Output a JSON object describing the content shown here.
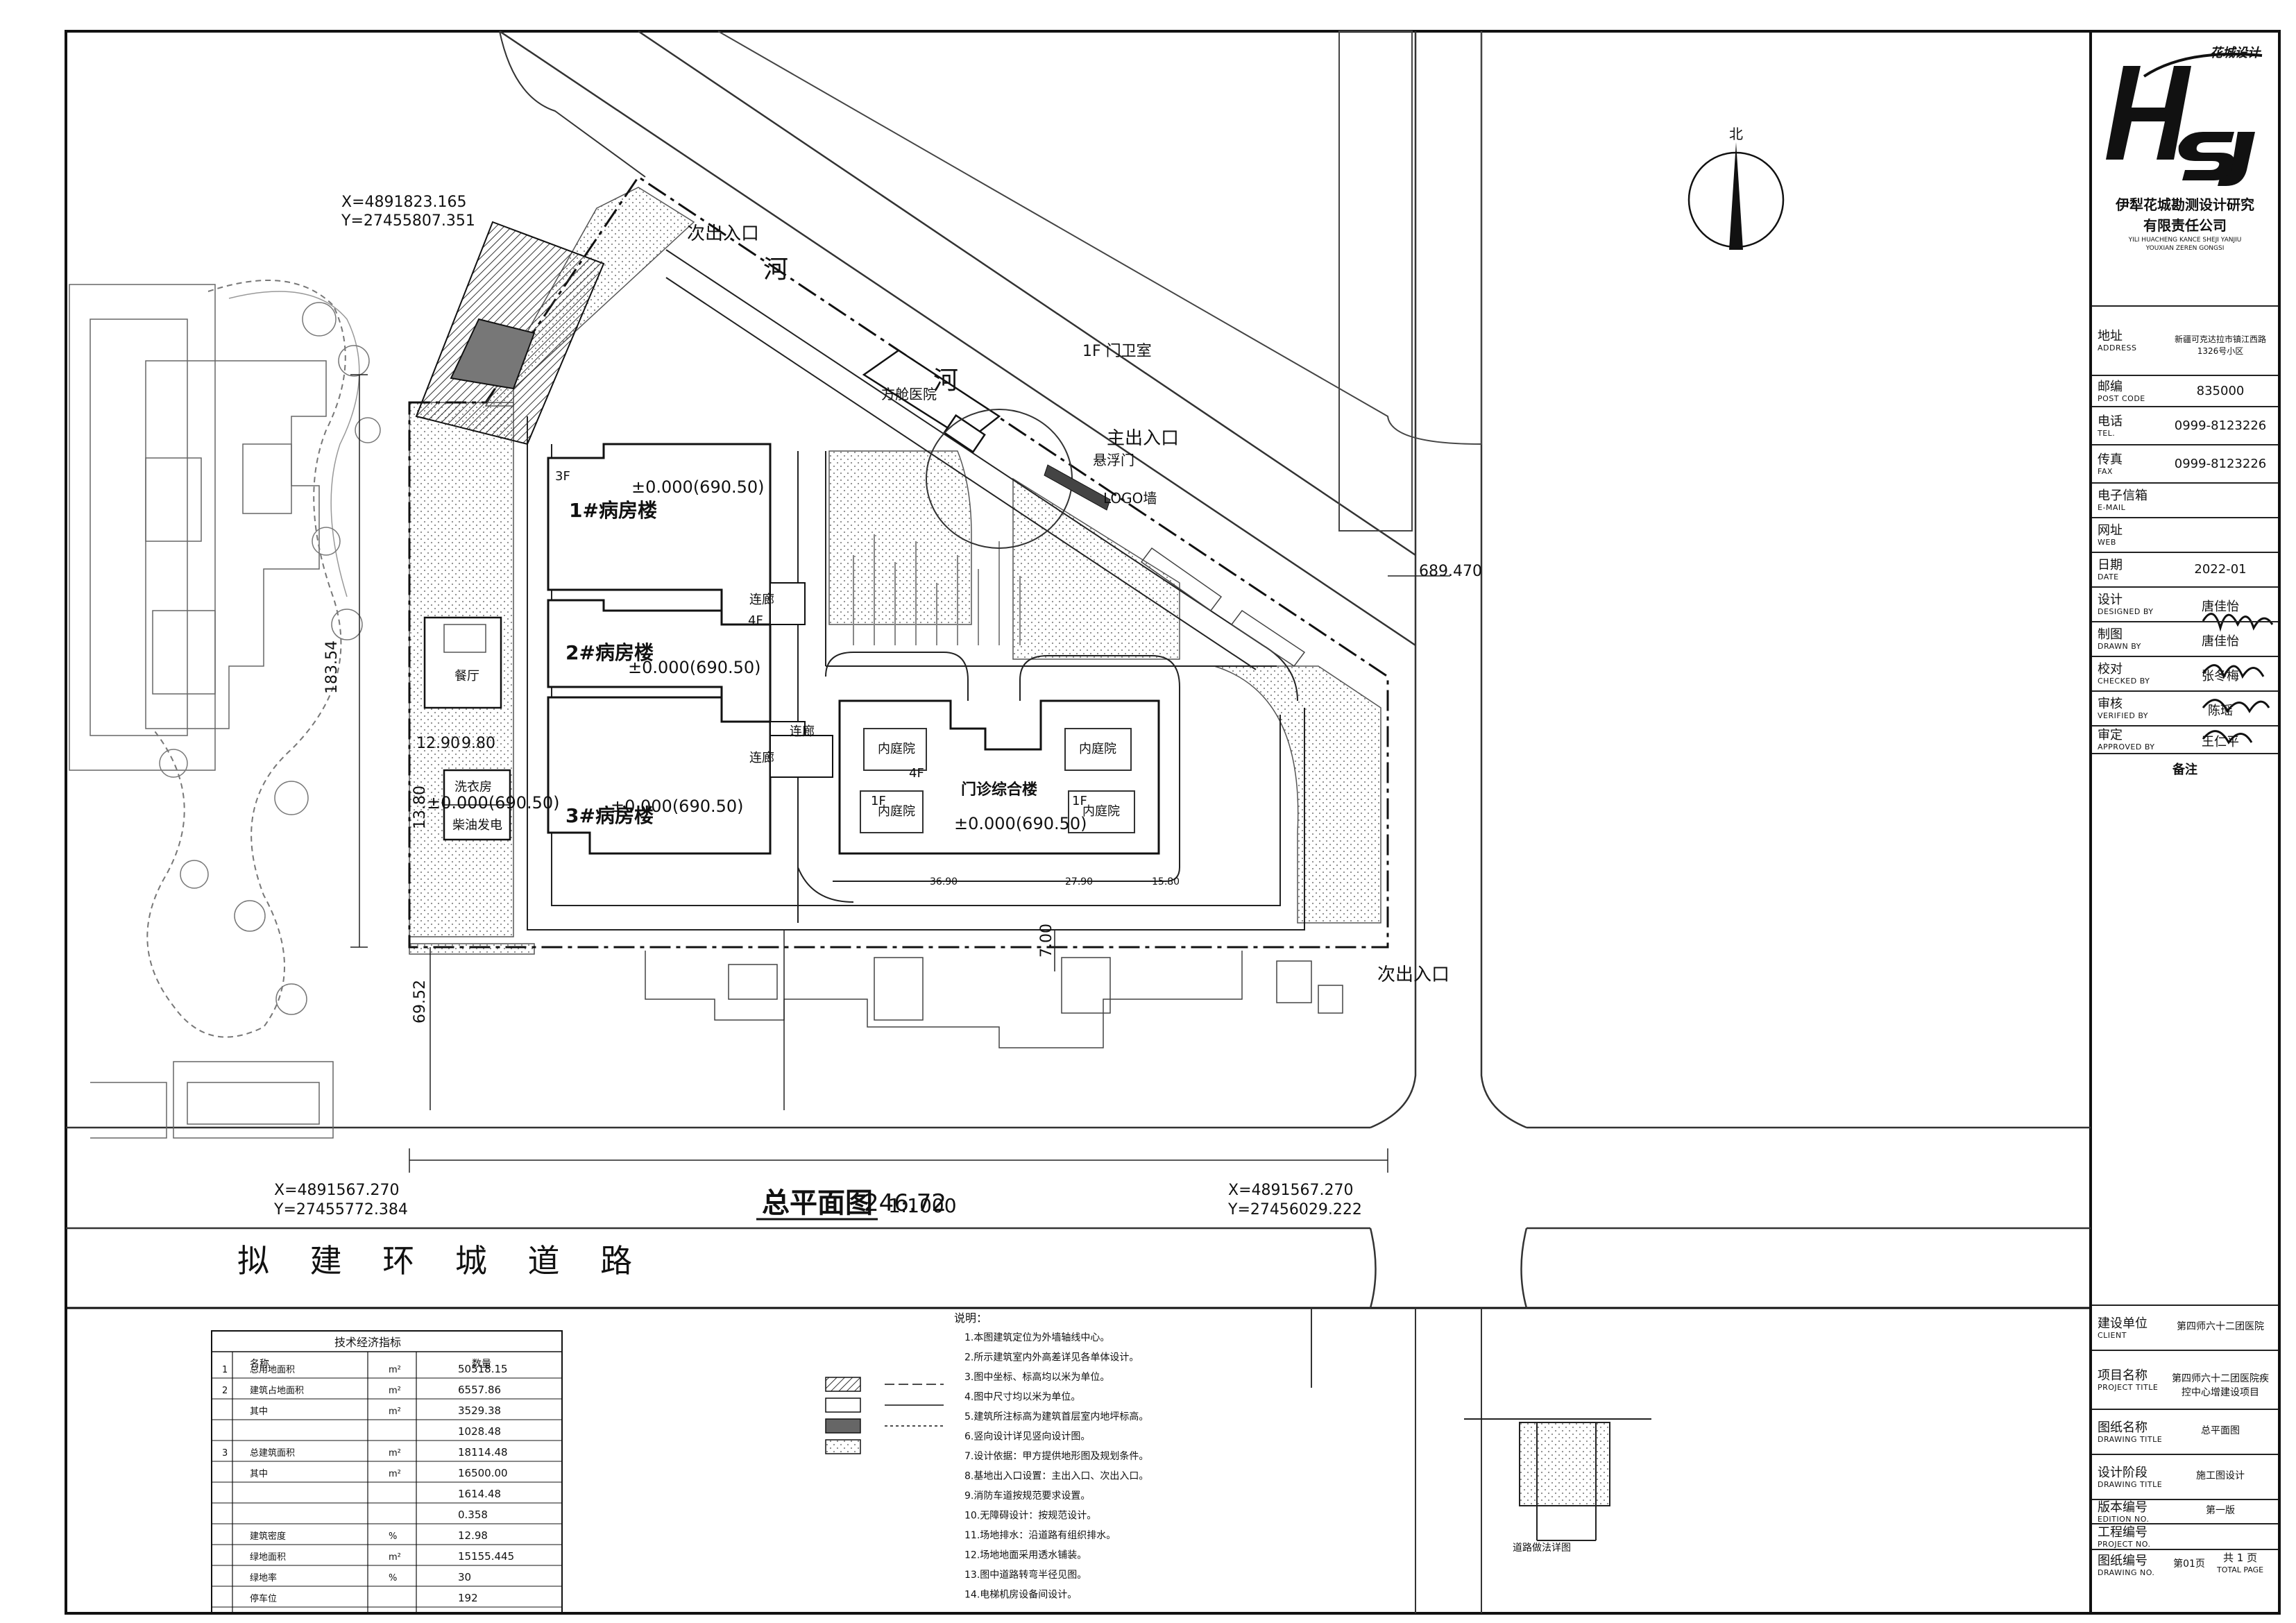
{
  "drawing": {
    "title": "总平面图",
    "scale": "1:1000",
    "north": "北",
    "future_road": "拟 建 环 城 道 路",
    "road_labels": {
      "secondary_top": "次出入口",
      "main": "主出入口",
      "secondary_right": "次出入口"
    },
    "features": {
      "gatehouse": "1F 门卫室",
      "cabin_hospital": "方舱医院",
      "suspended_gate": "悬浮门",
      "logo_wall": "LOGO墙",
      "canteen": "餐厅",
      "laundry": "洗衣房",
      "diesel_generator": "柴油发电",
      "ward1": "1#病房楼",
      "ward2": "2#病房楼",
      "ward3": "3#病房楼",
      "outpatient": "门诊综合楼",
      "courtyard": "内庭院",
      "corridor": "连廊",
      "river_char_1": "河",
      "river_char_2": "河",
      "label_3f": "3F",
      "label_4f": "4F",
      "label_1f": "1F"
    },
    "elevations": {
      "ward1": "±0.000(690.50)",
      "ward2": "±0.000(690.50)",
      "ward3": "±0.000(690.50)",
      "laundry": "±0.000(690.50)",
      "outpatient": "±0.000(690.50)"
    },
    "coordinates": {
      "top_left": {
        "x": "X=4891823.165",
        "y": "Y=27455807.351"
      },
      "bottom_left": {
        "x": "X=4891567.270",
        "y": "Y=27455772.384"
      },
      "bottom_right": {
        "x": "X=4891567.270",
        "y": "Y=27456029.222"
      }
    },
    "dimensions": {
      "width": "246.72",
      "height": "183.54",
      "lower_left": "69.52",
      "side_1380": "13.80",
      "left_top_a": "12.90",
      "left_top_b": "9.80",
      "spot_elevation": "689.470",
      "d_700": "7.00",
      "d_3690": "36.90",
      "d_2790": "27.90",
      "d_1580": "15.80"
    }
  },
  "company": {
    "logo_text": "花城设计",
    "name_line1": "伊犁花城勘测设计研究",
    "name_line2": "有限责任公司",
    "name_pinyin_1": "YILI HUACHENG KANCE SHEJI YANJIU",
    "name_pinyin_2": "YOUXIAN ZEREN GONGSI"
  },
  "title_block": {
    "rows": [
      {
        "cn": "地址",
        "en": "ADDRESS",
        "value": "新疆可克达拉市镇江西路1326号小区"
      },
      {
        "cn": "邮编",
        "en": "POST CODE",
        "value": "835000"
      },
      {
        "cn": "电话",
        "en": "TEL.",
        "value": "0999-8123226"
      },
      {
        "cn": "传真",
        "en": "FAX",
        "value": "0999-8123226"
      },
      {
        "cn": "电子信箱",
        "en": "E-MAIL",
        "value": ""
      },
      {
        "cn": "网址",
        "en": "WEB",
        "value": ""
      },
      {
        "cn": "日期",
        "en": "DATE",
        "value": "2022-01"
      },
      {
        "cn": "设计",
        "en": "DESIGNED BY",
        "value": "唐佳怡"
      },
      {
        "cn": "制图",
        "en": "DRAWN BY",
        "value": "唐佳怡"
      },
      {
        "cn": "校对",
        "en": "CHECKED BY",
        "value": "张冬梅"
      },
      {
        "cn": "审核",
        "en": "VERIFIED BY",
        "value": "陈瑶"
      },
      {
        "cn": "审定",
        "en": "APPROVED BY",
        "value": "王仁平"
      }
    ],
    "remarks_label": "备注",
    "lower_rows": [
      {
        "cn": "建设单位",
        "en": "CLIENT",
        "value": "第四师六十二团医院"
      },
      {
        "cn": "项目名称",
        "en": "PROJECT TITLE",
        "value": "第四师六十二团医院疾控中心增建设项目"
      },
      {
        "cn": "图纸名称",
        "en": "DRAWING TITLE",
        "value": "总平面图"
      },
      {
        "cn": "设计阶段",
        "en": "DRAWING TITLE",
        "value": "施工图设计"
      },
      {
        "cn": "版本编号",
        "en": "EDITION NO.",
        "value": "第一版"
      },
      {
        "cn": "工程编号",
        "en": "PROJECT NO.",
        "value": ""
      },
      {
        "cn": "图纸编号",
        "en": "DRAWING NO.",
        "value": "第01页"
      }
    ],
    "total_pages": "共 1 页",
    "total_pages_en": "TOTAL PAGE"
  },
  "indicators_table": {
    "title": "技术经济指标",
    "headers": [
      "名称",
      "数量"
    ],
    "rows": [
      [
        "1",
        "总用地面积",
        "m²",
        "50518.15"
      ],
      [
        "2",
        "建筑占地面积",
        "m²",
        "6557.86"
      ],
      [
        "",
        "其中",
        "m²",
        "3529.38"
      ],
      [
        "",
        "",
        "",
        "1028.48"
      ],
      [
        "3",
        "总建筑面积",
        "m²",
        "18114.48"
      ],
      [
        "",
        "其中",
        "m²",
        "16500.00"
      ],
      [
        "",
        "",
        "",
        "1614.48"
      ],
      [
        "",
        "",
        "",
        "0.358"
      ],
      [
        "",
        "建筑密度",
        "%",
        "12.98"
      ],
      [
        "",
        "绿地面积",
        "m²",
        "15155.445"
      ],
      [
        "",
        "绿地率",
        "%",
        "30"
      ],
      [
        "",
        "停车位",
        "",
        "192"
      ]
    ]
  },
  "notes": {
    "heading": "说明：",
    "lines": [
      "1.本图建筑定位为外墙轴线中心。",
      "2.所示建筑室内外高差详见各单体设计。",
      "3.图中坐标、标高均以米为单位。",
      "4.图中尺寸均以米为单位。",
      "5.建筑所注标高为建筑首层室内地坪标高。",
      "6.竖向设计详见竖向设计图。",
      "7.设计依据：甲方提供地形图及规划条件。",
      "8.基地出入口设置：主出入口、次出入口。",
      "9.消防车道按规范要求设置。",
      "10.无障碍设计：按规范设计。",
      "11.场地排水：沿道路有组织排水。",
      "12.场地地面采用透水铺装。",
      "13.图中道路转弯半径见图。",
      "14.电梯机房设备间设计。"
    ]
  },
  "detail": {
    "caption": "道路做法详图"
  }
}
